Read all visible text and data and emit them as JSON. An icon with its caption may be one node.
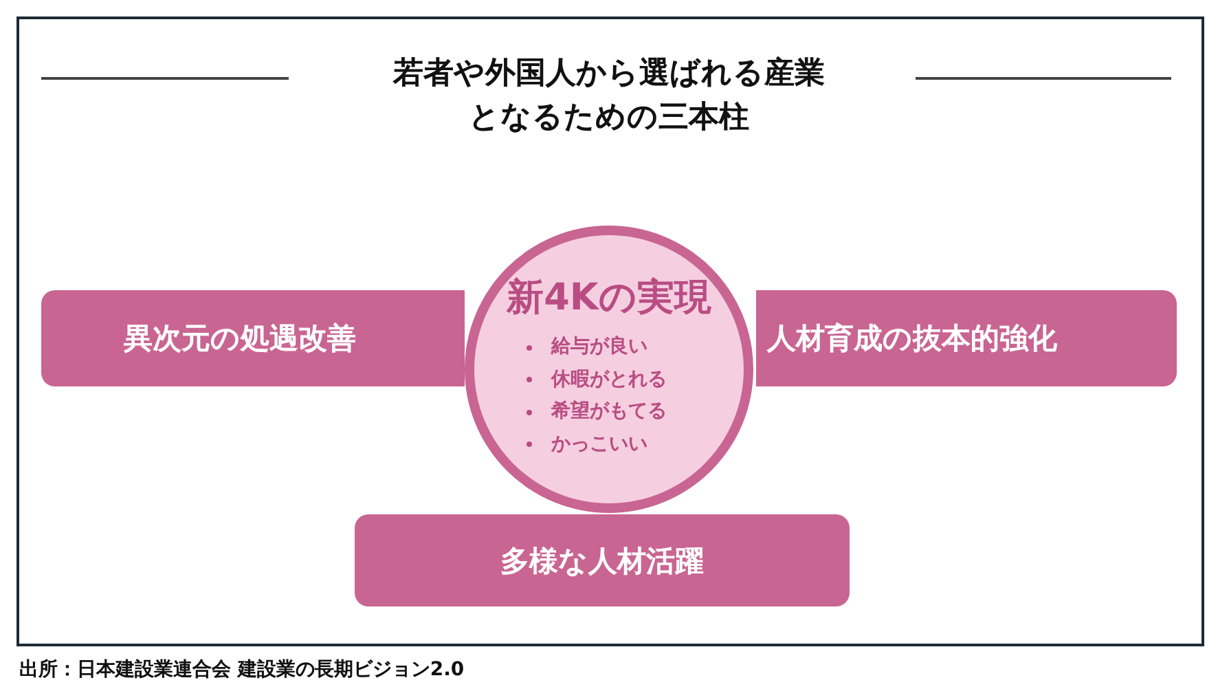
{
  "diagram": {
    "title": "若者や外国人から選ばれる産業となるための三本柱",
    "nodes": [
      {
        "text": [
          "異次元の処遇改善"
        ]
      },
      {
        "text": [
          "人材育成の抜本的強化"
        ]
      },
      {
        "text": [
          "新4Kの実現",
          "給与が良い",
          "休暇がとれる",
          "希望がもてる",
          "かっこいい"
        ]
      },
      {
        "text": [
          "多様な人材活躍"
        ]
      }
    ],
    "edges": [],
    "caption": "出所：日本建設業連合会 建設業の長期ビジョン2.0"
  }
}
